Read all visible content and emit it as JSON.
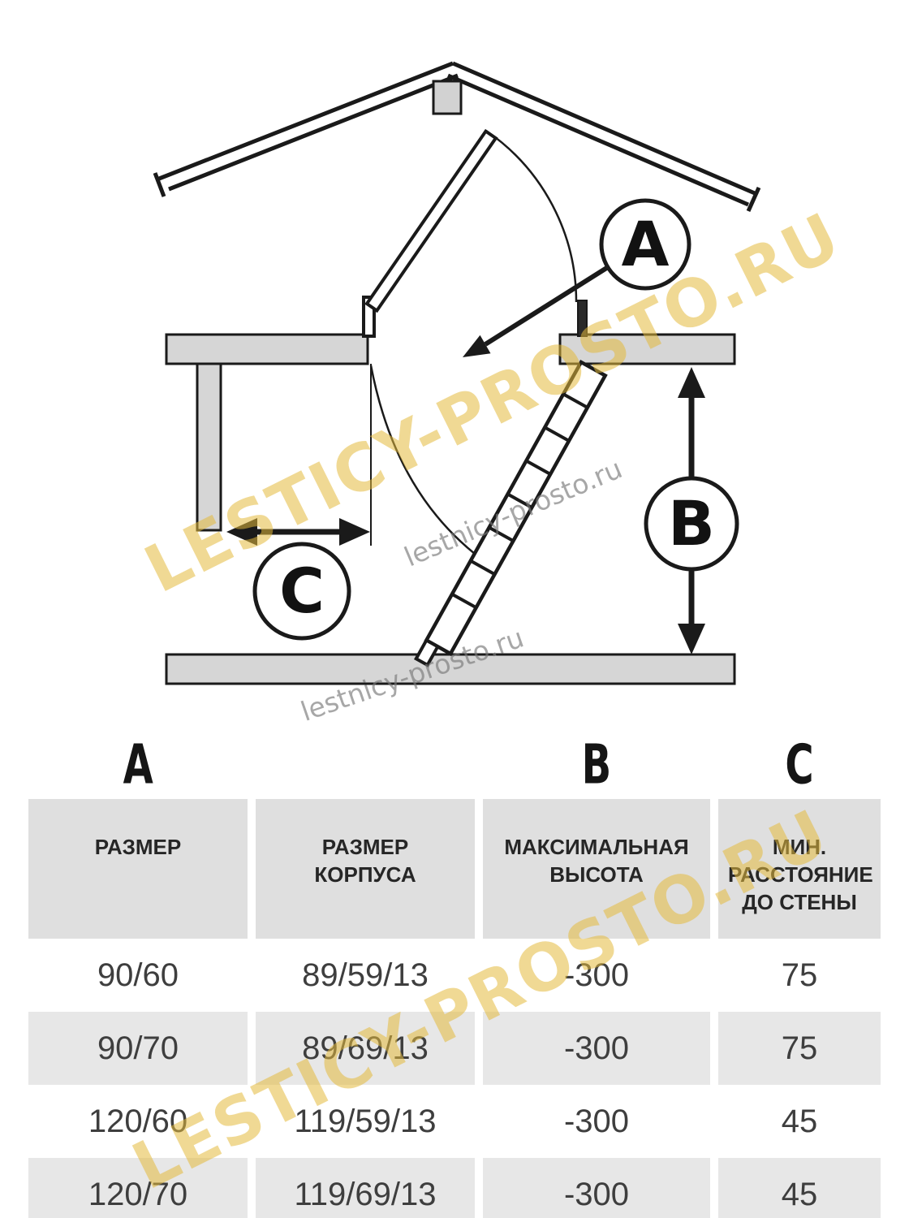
{
  "colors": {
    "line_black": "#1a1a1a",
    "fill_gray": "#d6d6d6",
    "header_gray": "#dfdfdf",
    "row_gray": "#e7e7e7",
    "watermark_yellow": "#e3b93d",
    "watermark_gray": "#787878"
  },
  "watermarks": {
    "big_top": "LESTICY-PROSTO.RU",
    "big_bottom": "LESTICY-PROSTO.RU",
    "small_mid": "lestnicy-prosto.ru",
    "small_bottom": "lestnicy-prosto.ru"
  },
  "diagram": {
    "callout_a": "A",
    "callout_b": "B",
    "callout_c": "C"
  },
  "spec_table": {
    "letters": [
      "A",
      "B",
      "C"
    ],
    "headers": [
      "РАЗМЕР",
      "РАЗМЕР КОРПУСА",
      "МАКСИМАЛЬНАЯ ВЫСОТА",
      "МИН. РАССТОЯНИЕ ДО СТЕНЫ"
    ],
    "rows": [
      [
        "90/60",
        "89/59/13",
        "-300",
        "75"
      ],
      [
        "90/70",
        "89/69/13",
        "-300",
        "75"
      ],
      [
        "120/60",
        "119/59/13",
        "-300",
        "45"
      ],
      [
        "120/70",
        "119/69/13",
        "-300",
        "45"
      ]
    ]
  }
}
